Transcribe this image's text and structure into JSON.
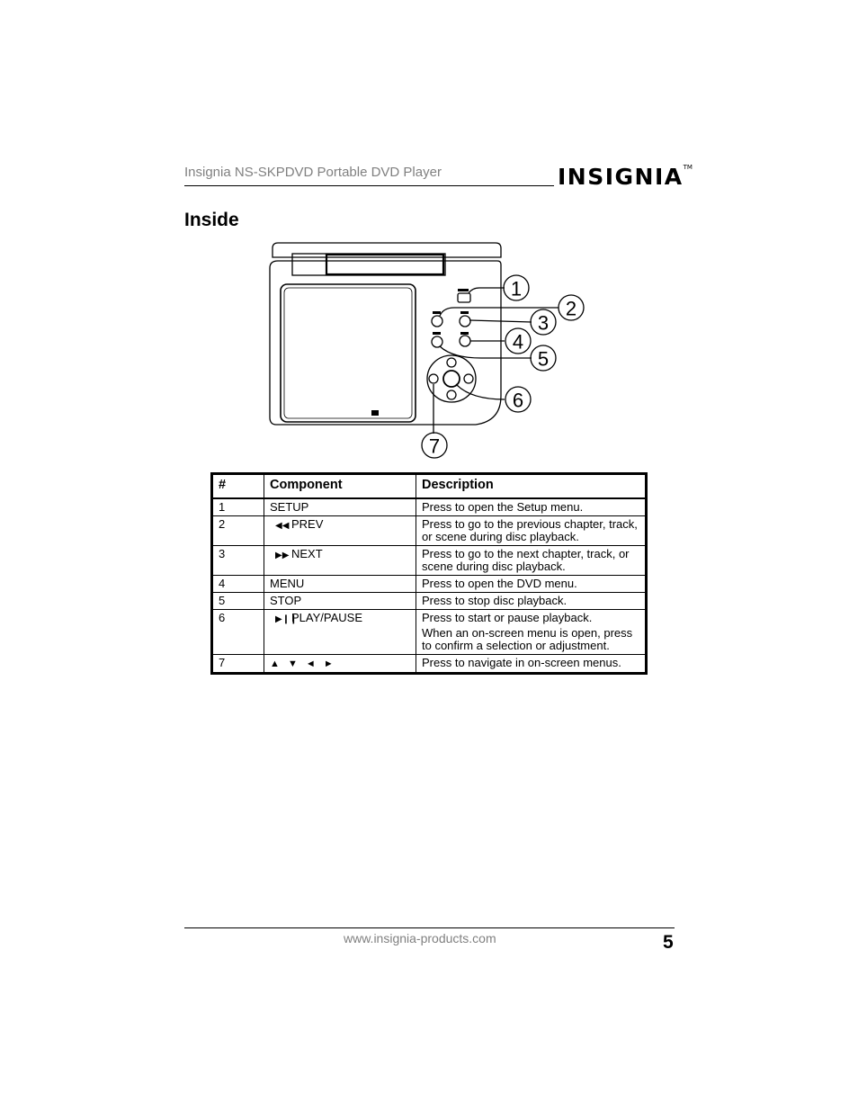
{
  "header": {
    "title": "Insignia NS-SKPDVD Portable DVD Player",
    "logo_text": "INSIGNIA",
    "logo_tm": "TM"
  },
  "section": {
    "title": "Inside"
  },
  "diagram": {
    "callouts": [
      "1",
      "2",
      "3",
      "4",
      "5",
      "6",
      "7"
    ]
  },
  "table": {
    "headers": [
      "#",
      "Component",
      "Description"
    ],
    "rows": [
      {
        "num": "1",
        "icon": "",
        "component": "SETUP",
        "description": [
          "Press to open the Setup menu."
        ]
      },
      {
        "num": "2",
        "icon": "prev-icon",
        "component": "PREV",
        "description": [
          "Press to go to the previous chapter, track, or scene during disc playback."
        ]
      },
      {
        "num": "3",
        "icon": "next-icon",
        "component": "NEXT",
        "description": [
          "Press to go to the next chapter, track, or scene during disc playback."
        ]
      },
      {
        "num": "4",
        "icon": "",
        "component": "MENU",
        "description": [
          "Press to open the DVD menu."
        ]
      },
      {
        "num": "5",
        "icon": "",
        "component": "STOP",
        "description": [
          "Press to stop disc playback."
        ]
      },
      {
        "num": "6",
        "icon": "play-pause-icon",
        "component": "PLAY/PAUSE",
        "description": [
          "Press to start or pause playback.",
          "When an on-screen menu is open, press to confirm a selection or adjustment."
        ]
      },
      {
        "num": "7",
        "icon": "",
        "component": "▲ ▼ ◄ ►",
        "description": [
          "Press to navigate in on-screen menus."
        ]
      }
    ]
  },
  "footer": {
    "url": "www.insignia-products.com",
    "page_number": "5"
  }
}
